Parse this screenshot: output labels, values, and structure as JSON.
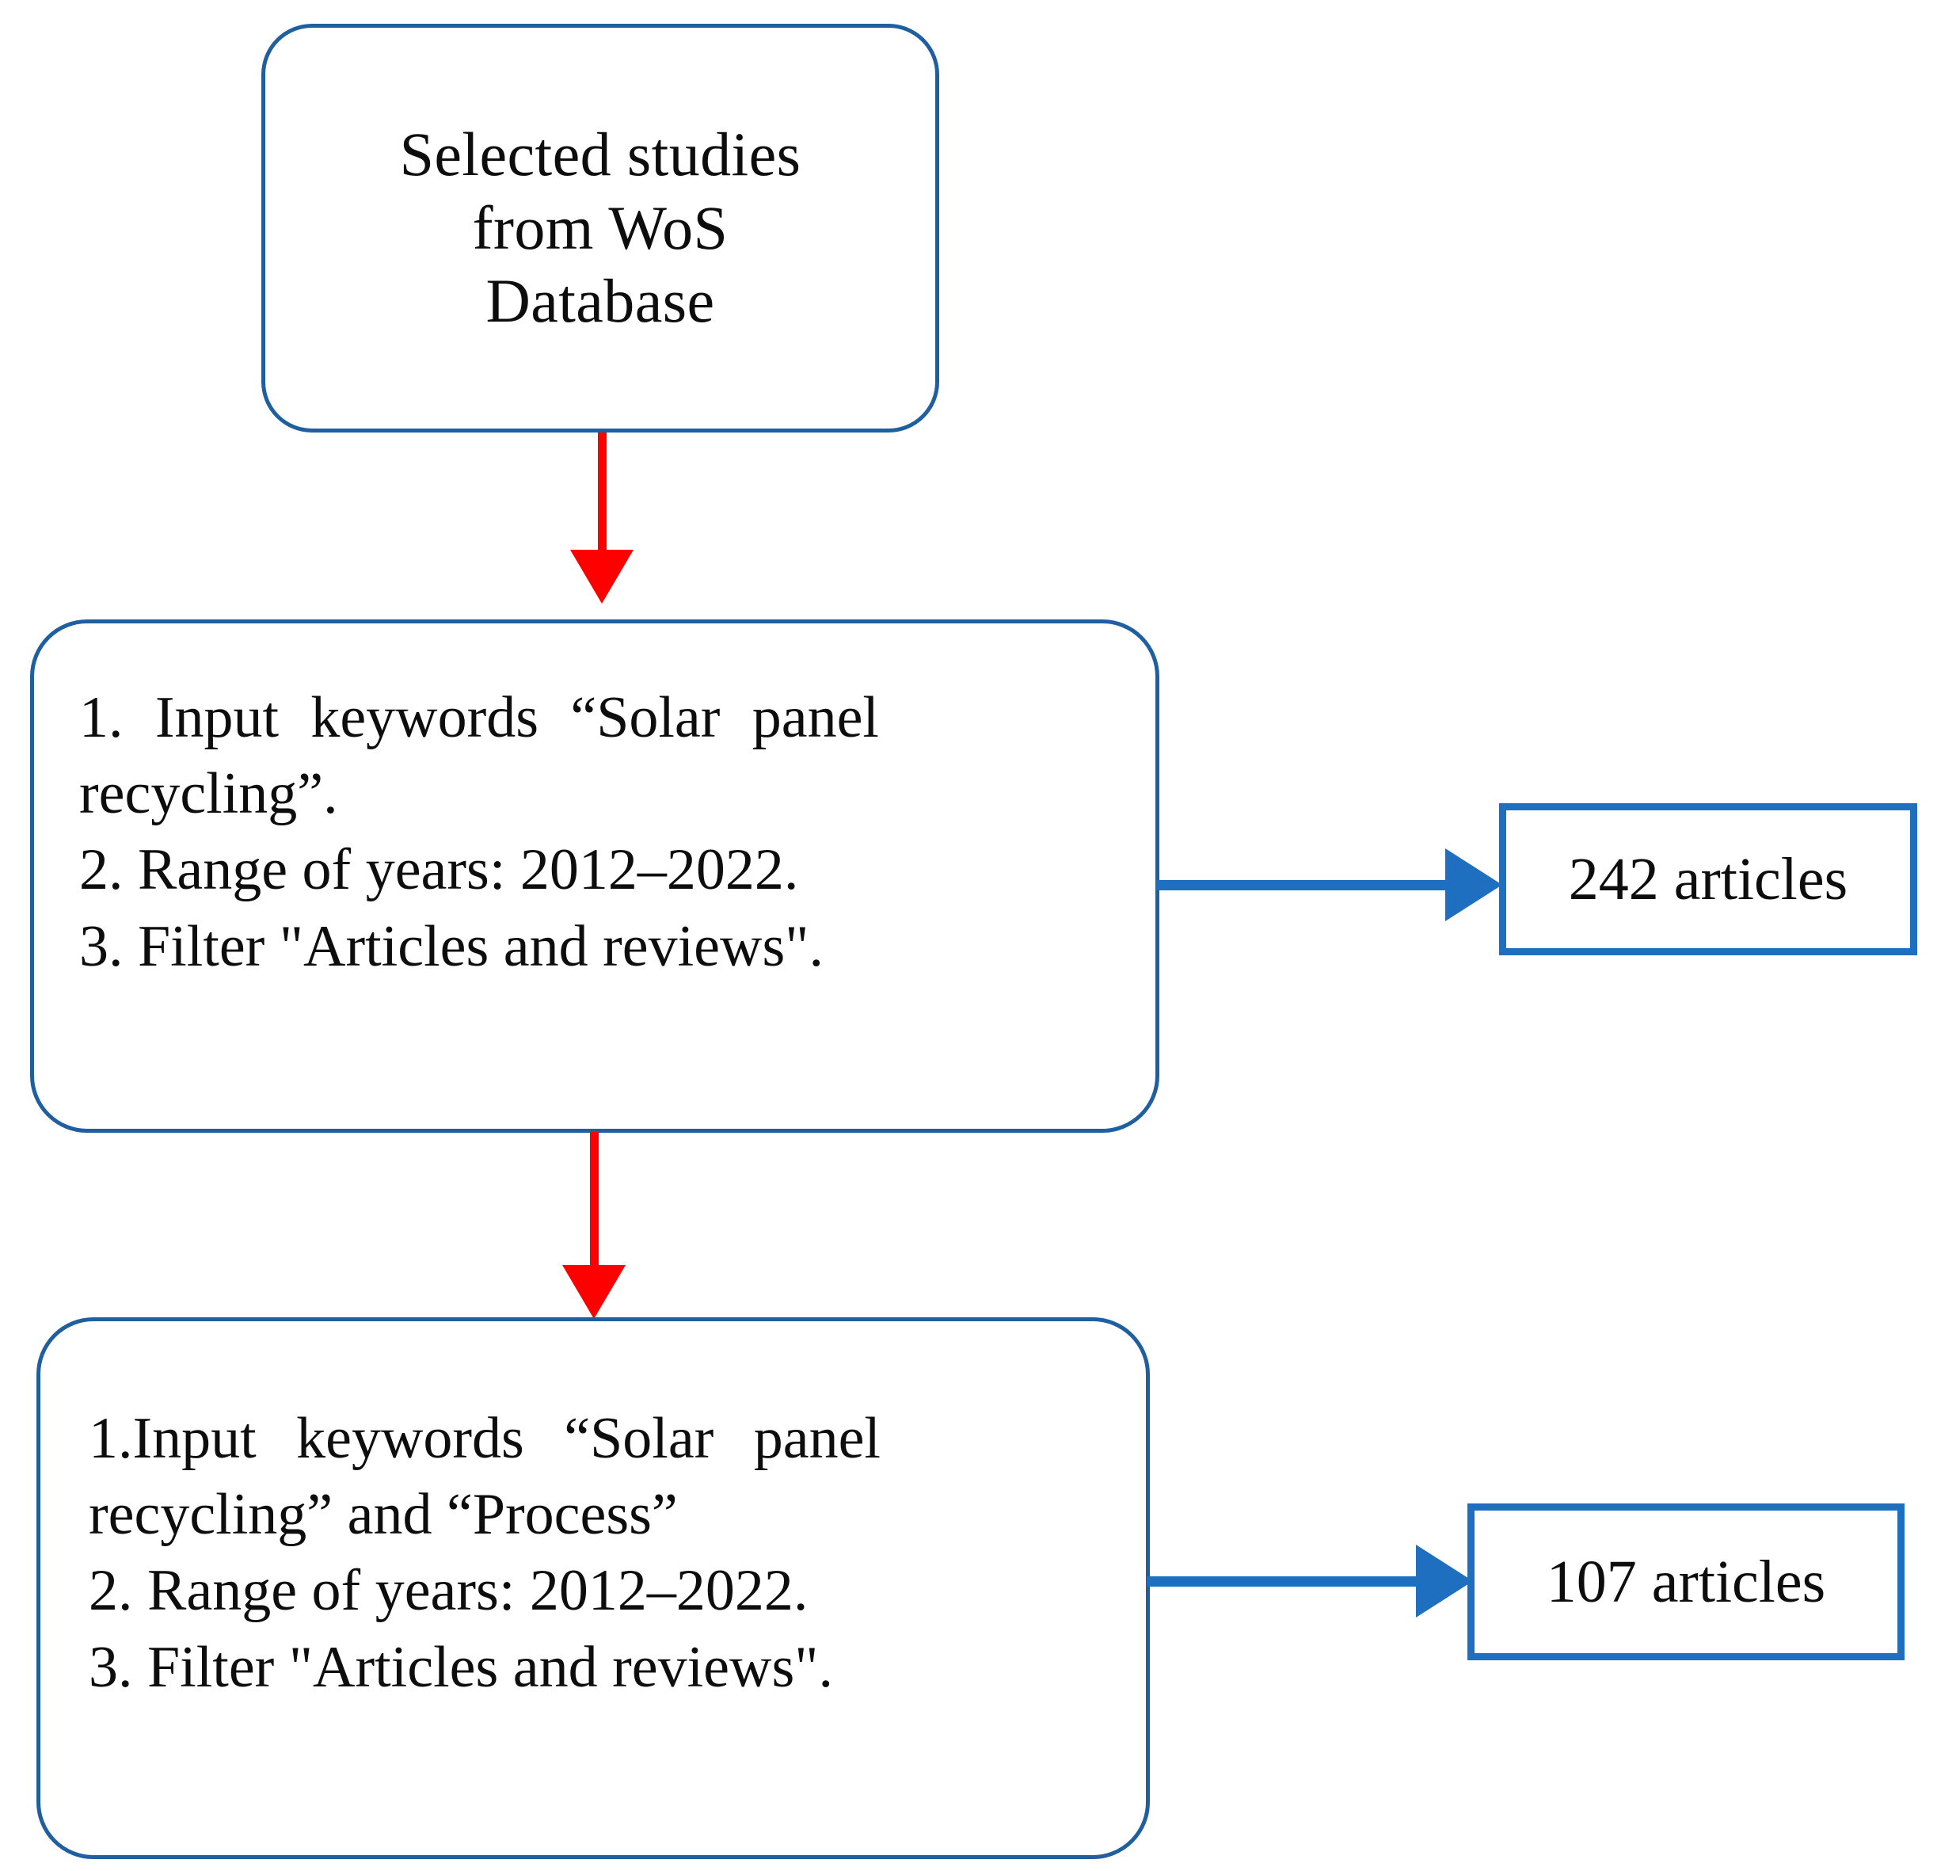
{
  "figure": {
    "type": "flowchart",
    "orientation": "vertical",
    "colors": {
      "box_border": "#1F5FA0",
      "result_border": "#1F6FC0",
      "flow_arrow": "#FF0000",
      "result_arrow": "#1F6FC0",
      "text": "#0D0D0D",
      "background": "#FFFFFF"
    }
  },
  "nodes": {
    "source": {
      "label": "Selected studies from WoS Database",
      "lines": [
        "Selected studies",
        "from WoS",
        "Database"
      ]
    },
    "query1": {
      "lines": [
        "1.  Input  keywords  “Solar  panel",
        "recycling”.",
        "2. Range of years: 2012–2022.",
        "3. Filter \"Articles and reviews\"."
      ],
      "steps": [
        "1. Input keywords “Solar panel recycling”.",
        "2. Range of years: 2012–2022.",
        "3. Filter \"Articles and reviews\"."
      ]
    },
    "result1": {
      "label": "242 articles",
      "count": 242,
      "unit": "articles"
    },
    "query2": {
      "lines": [
        "1.Input  keywords  “Solar  panel",
        "recycling” and “Process”",
        "2. Range of years: 2012–2022.",
        "3. Filter \"Articles and reviews\"."
      ],
      "steps": [
        "1.Input keywords “Solar panel recycling” and “Process”",
        "2. Range of years: 2012–2022.",
        "3. Filter \"Articles and reviews\"."
      ]
    },
    "result2": {
      "label": "107 articles",
      "count": 107,
      "unit": "articles"
    }
  },
  "edges": [
    {
      "id": "e1",
      "from": "source",
      "to": "query1",
      "style": "red-down-arrow",
      "label": ""
    },
    {
      "id": "e2",
      "from": "query1",
      "to": "result1",
      "style": "blue-right-arrow",
      "label": ""
    },
    {
      "id": "e3",
      "from": "query1",
      "to": "query2",
      "style": "red-down-arrow",
      "label": ""
    },
    {
      "id": "e4",
      "from": "query2",
      "to": "result2",
      "style": "blue-right-arrow",
      "label": ""
    }
  ]
}
